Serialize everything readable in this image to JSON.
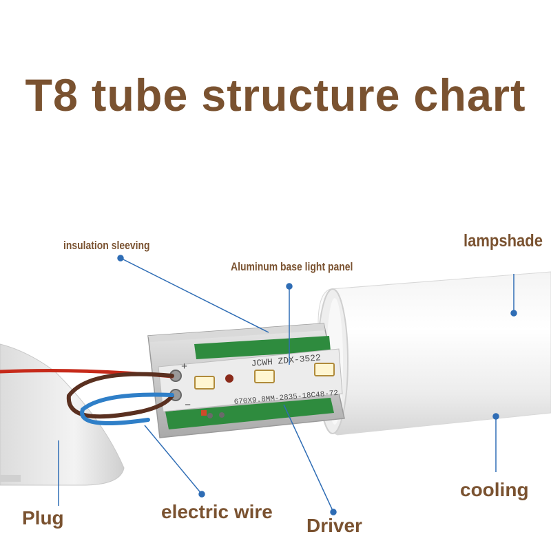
{
  "title": "T8 tube structure chart",
  "labels": {
    "insulation_sleeving": "insulation sleeving",
    "aluminum_panel": "Aluminum base light panel",
    "lampshade": "lampshade",
    "cooling": "cooling",
    "plug": "Plug",
    "electric_wire": "electric wire",
    "driver": "Driver"
  },
  "pcb": {
    "line1": "JCWH ZDX-3522",
    "line2": "670X9.8MM-2835-18C48-72",
    "plus": "+",
    "minus": "−"
  },
  "colors": {
    "label_brown": "#7a5230",
    "leader_blue": "#2f6db5",
    "pcb_green": "#2e8b3e",
    "wire_red": "#c62a1a",
    "wire_brown": "#5a3020",
    "wire_blue": "#2f7fc8"
  }
}
